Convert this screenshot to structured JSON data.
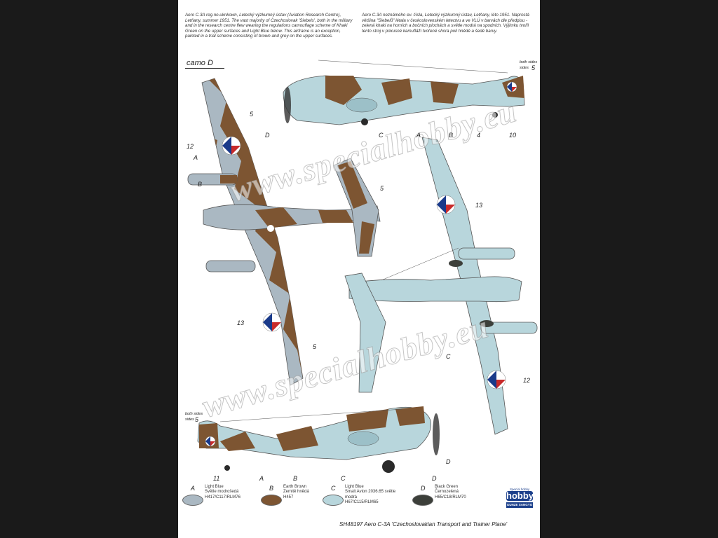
{
  "description_en": "Aero C.3A reg.no.uknkown, Letecký výzkumný ústav (Aviation Research Centre), Letňany, summer 1951. The vast majority of Czechoslovak 'Siebels', both in the military and in the research centre flew wearing the regulations camouflage scheme of Khaki Green on the upper surfaces and Light Blue below. This airframe is an exception, painted in a trial scheme consisting of brown and grey on the upper surfaces.",
  "description_cz": "Aero C.3A neznámého ev. čísla, Letecký výzkumný ústav, Letňany, léto 1951. Naprostá většina \"Siebelů\" létala v československém letectvu a ve VLÚ v barvách dle předpisu - zelená khaki na horních a bočních plochách a světle modrá na spodních. Výjimku tvořil tento stroj v pokusné kamufláži tvořené shora poli hnědé a šedé barvy.",
  "camo_label": "camo D",
  "watermark": "www.specialhobby.eu",
  "callouts": {
    "both_sides": "both sides",
    "n5": "5",
    "n10": "10",
    "n4": "4",
    "n11": "11",
    "n12": "12",
    "n13": "13",
    "A": "A",
    "B": "B",
    "C": "C",
    "D": "D"
  },
  "legend": [
    {
      "letter": "A",
      "name": "Light Blue",
      "l2": "Světle modrošedá",
      "l3": "H417/C117/RLM76",
      "color": "#aab8c2"
    },
    {
      "letter": "B",
      "name": "Earth Brown",
      "l2": "Zemitě hnědá",
      "l3": "H457",
      "color": "#7d5532"
    },
    {
      "letter": "C",
      "name": "Light Blue",
      "l2": "Smalt Avion 2036.65 světle modrá",
      "l3": "H67/C115/RLM65",
      "color": "#b8d6dc"
    },
    {
      "letter": "D",
      "name": "Black Green",
      "l2": "Černozelená",
      "l3": "H65/C18/RLM70",
      "color": "#3c3f3a"
    }
  ],
  "logo": {
    "top": "Special hobby",
    "brand": "hobby",
    "sub": "GUNZE SANGYO"
  },
  "footer": "SH48197  Aero C-3A  'Czechoslovakian Transport and Trainer Plane'"
}
